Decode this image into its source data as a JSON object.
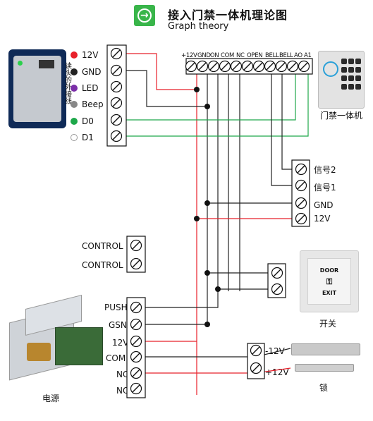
{
  "header": {
    "title": "接入门禁一体机理论图",
    "subtitle": "Graph theory"
  },
  "reader": {
    "vertical_label": "读头的外接线",
    "pins": [
      {
        "label": "12V",
        "color": "#e8202a"
      },
      {
        "label": "GND",
        "color": "#222222"
      },
      {
        "label": "LED",
        "color": "#7b2fa8"
      },
      {
        "label": "Beep",
        "color": "#888888"
      },
      {
        "label": "D0",
        "color": "#1ea84a"
      },
      {
        "label": "D1",
        "color": "#ffffff"
      }
    ]
  },
  "controller": {
    "name": "门禁一体机",
    "terminals": [
      "+12V",
      "GND",
      "ON",
      "COM",
      "NC",
      "OPEN",
      "BELL",
      "BELL",
      "AO",
      "A1"
    ]
  },
  "bell": {
    "pins": [
      "信号2",
      "信号1",
      "GND",
      "12V"
    ]
  },
  "control": {
    "pins": [
      "CONTROL",
      "CONTROL"
    ]
  },
  "exit_button": {
    "name": "开关",
    "face_top": "DOOR",
    "face_bottom": "EXIT"
  },
  "power_supply": {
    "name": "电源",
    "pins": [
      "PUSH",
      "GSN",
      "12V",
      "COM",
      "NC",
      "NO"
    ]
  },
  "lock": {
    "name": "锁",
    "pins": [
      "-12V",
      "+12V"
    ]
  },
  "colors": {
    "red": "#e8202a",
    "black": "#222222",
    "green": "#1ea84a",
    "accent": "#39b54a"
  }
}
